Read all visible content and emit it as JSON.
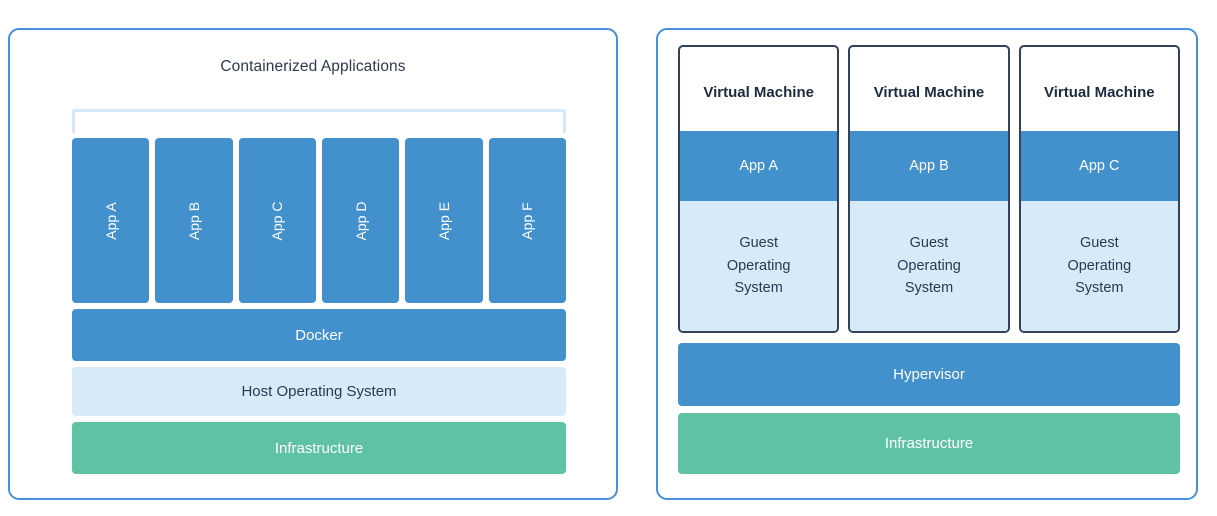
{
  "colors": {
    "panel_border": "#4a90d9",
    "app_blue": "#4290cc",
    "light_blue": "#d6eaf8",
    "bracket_blue": "#d6e8f7",
    "green": "#5fc2a5",
    "navy_text": "#2b3a4f",
    "vm_border": "#33425a"
  },
  "containers_panel": {
    "title": "Containerized Applications",
    "apps": [
      {
        "label": "App A"
      },
      {
        "label": "App B"
      },
      {
        "label": "App C"
      },
      {
        "label": "App D"
      },
      {
        "label": "App E"
      },
      {
        "label": "App F"
      }
    ],
    "layers": [
      {
        "label": "Docker"
      },
      {
        "label": "Host Operating System"
      },
      {
        "label": "Infrastructure"
      }
    ]
  },
  "vm_panel": {
    "vms": [
      {
        "title": "Virtual Machine",
        "app": "App A",
        "guest_os_lines": [
          "Guest",
          "Operating",
          "System"
        ]
      },
      {
        "title": "Virtual Machine",
        "app": "App B",
        "guest_os_lines": [
          "Guest",
          "Operating",
          "System"
        ]
      },
      {
        "title": "Virtual Machine",
        "app": "App C",
        "guest_os_lines": [
          "Guest",
          "Operating",
          "System"
        ]
      }
    ],
    "layers": [
      {
        "label": "Hypervisor"
      },
      {
        "label": "Infrastructure"
      }
    ]
  }
}
